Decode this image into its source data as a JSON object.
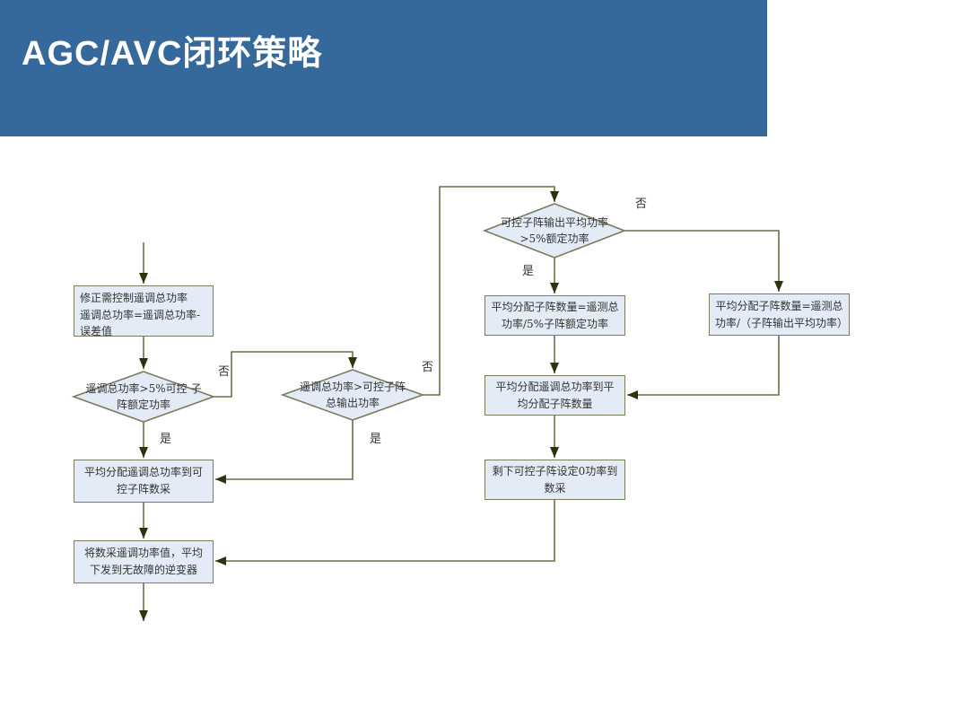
{
  "header": {
    "title": "AGC/AVC闭环策略",
    "bg_color": "#35689b",
    "title_color": "#ffffff"
  },
  "flowchart": {
    "colors": {
      "node_fill": "#e3ebf6",
      "node_border": "#7b7b5d",
      "connector": "#6e6e44",
      "arrowhead": "#31310f",
      "text": "#333333"
    },
    "nodes": {
      "correct_power": {
        "type": "process",
        "lines": [
          "修正需控制遥调总功率",
          "遥调总功率=遥调总功率-误差值"
        ]
      },
      "check_rated": {
        "type": "decision",
        "text": "遥调总功率>5%可控 子阵额定功率"
      },
      "avg_to_controllable": {
        "type": "process",
        "text": "平均分配遥调总功率到可控子阵数采"
      },
      "send_to_inverter": {
        "type": "process",
        "text": "将数采遥调功率值，平均下发到无故障的逆变器"
      },
      "check_output": {
        "type": "decision",
        "text": "遥调总功率>可控子阵总输出功率"
      },
      "check_avg_output": {
        "type": "decision",
        "text": "可控子阵输出平均功率>5%额定功率"
      },
      "count_by_rated": {
        "type": "process",
        "text": "平均分配子阵数量=遥测总功率/5%子阵额定功率"
      },
      "count_by_avg": {
        "type": "process",
        "text": "平均分配子阵数量=遥测总功率/（子阵输出平均功率）"
      },
      "avg_to_count": {
        "type": "process",
        "text": "平均分配遥调总功率到平均分配子阵数量"
      },
      "rest_zero": {
        "type": "process",
        "text": "剩下可控子阵设定0功率到数采"
      }
    },
    "edge_labels": {
      "yes": "是",
      "no": "否"
    }
  }
}
